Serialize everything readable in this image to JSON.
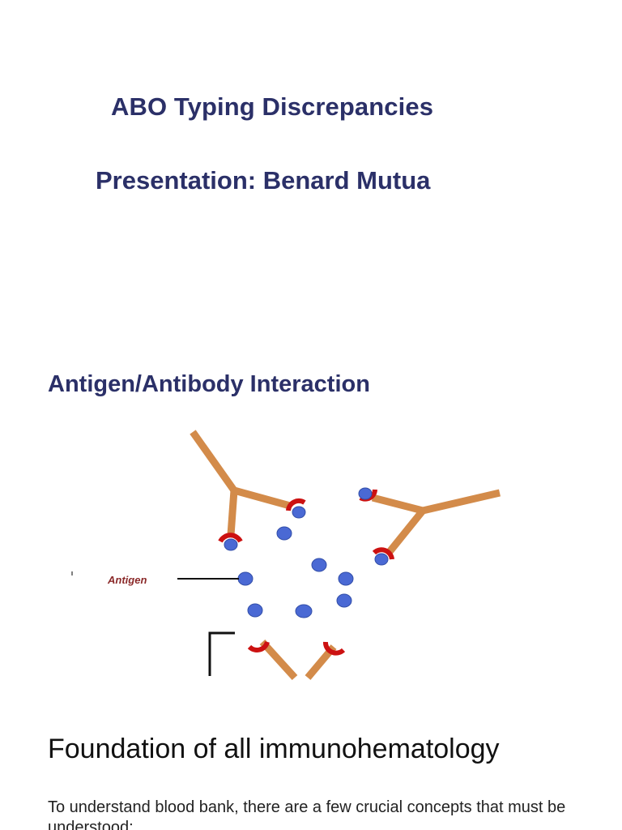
{
  "title": "ABO Typing Discrepancies",
  "subtitle": "Presentation: Benard Mutua",
  "section_heading": "Antigen/Antibody Interaction",
  "diagram": {
    "antigen_label": "Antigen",
    "colors": {
      "antibody": "#d38b4a",
      "binding_site": "#cc1111",
      "antigen": "#4a69d4",
      "label": "#8b2a2a"
    }
  },
  "big_heading": "Foundation of all immunohematology",
  "body_text": "To understand blood bank, there are a few crucial concepts that must be understood:"
}
